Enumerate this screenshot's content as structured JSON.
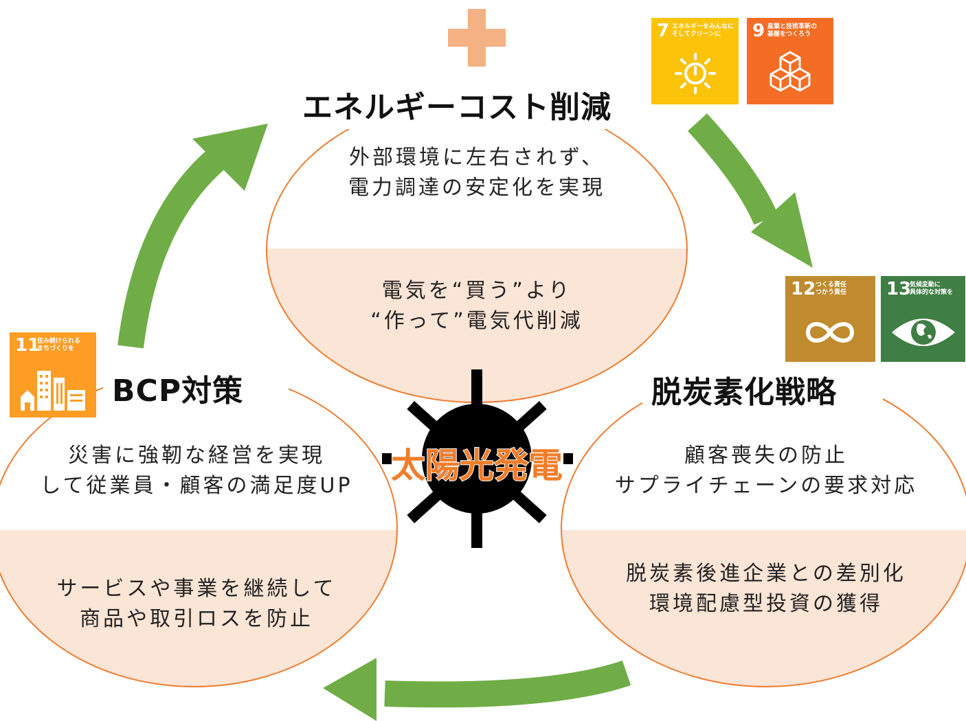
{
  "top": {
    "heading": "エネルギーコスト削減",
    "line1": "外部環境に左右されず、",
    "line2": "電力調達の安定化を実現",
    "line3": "電気を“買う”より",
    "line4": "“作って”電気代削減"
  },
  "right": {
    "heading": "脱炭素化戦略",
    "line1": "顧客喪失の防止",
    "line2": "サプライチェーンの要求対応",
    "line3": "脱炭素後進企業との差別化",
    "line4": "環境配慮型投資の獲得"
  },
  "left": {
    "heading": "BCP対策",
    "line1": "災害に強靭な経営を実現",
    "line2": "して従業員・顧客の満足度UP",
    "line3": "サービスや事業を継続して",
    "line4": "商品や取引ロスを防止"
  },
  "center": {
    "title": "太陽光発電"
  },
  "sdgs": [
    {
      "number": "7",
      "label_line1": "エネルギーをみんなに",
      "label_line2": "そしてクリーンに",
      "color": "#FCC30B",
      "icon": "power-sun-icon"
    },
    {
      "number": "9",
      "label_line1": "産業と技術革新の",
      "label_line2": "基盤をつくろう",
      "color": "#F36D25",
      "icon": "cubes-icon"
    },
    {
      "number": "12",
      "label_line1": "つくる責任",
      "label_line2": "つかう責任",
      "color": "#BF8B2E",
      "icon": "infinity-icon"
    },
    {
      "number": "13",
      "label_line1": "気候変動に",
      "label_line2": "具体的な対策を",
      "color": "#3F7E44",
      "icon": "earth-eye-icon"
    },
    {
      "number": "11",
      "label_line1": "住み続けられる",
      "label_line2": "まちづくりを",
      "color": "#FD9D24",
      "icon": "city-icon"
    }
  ],
  "colors": {
    "arrow": "#70ad47",
    "circle_stroke": "#ed7d31",
    "circle_fill_lower": "#fbe5d6",
    "plus": "#f4b183",
    "sun": "#000000",
    "center_title": "#f07d2a"
  }
}
